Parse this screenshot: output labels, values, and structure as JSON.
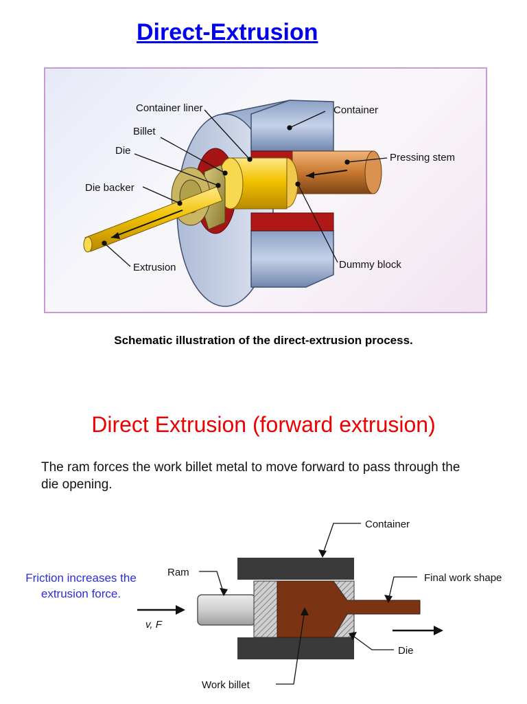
{
  "page_title": "Direct-Extrusion",
  "figure1": {
    "labels": {
      "container_liner": "Container liner",
      "container": "Container",
      "billet": "Billet",
      "die": "Die",
      "pressing_stem": "Pressing stem",
      "die_backer": "Die backer",
      "extrusion": "Extrusion",
      "dummy_block": "Dummy block"
    }
  },
  "caption": "Schematic illustration of the direct-extrusion process.",
  "section_heading": "Direct Extrusion (forward extrusion)",
  "paragraph": "The ram forces the work billet metal to move forward to pass through the die opening.",
  "side_note": "Friction increases the extrusion force.",
  "figure2": {
    "labels": {
      "container": "Container",
      "ram": "Ram",
      "final_work_shape": "Final work shape",
      "vf": "v, F",
      "die": "Die",
      "work_billet": "Work billet"
    }
  },
  "colors": {
    "title_link": "#0000ee",
    "heading_red": "#ee0000",
    "note_blue": "#2b2bdc",
    "billet_gold": "#f2c200",
    "container_blue": "#7f93b8",
    "liner_red": "#b01818",
    "stem_copper": "#c8782f",
    "work_billet_brown": "#7a3413",
    "container_dark": "#3a3a3a"
  }
}
